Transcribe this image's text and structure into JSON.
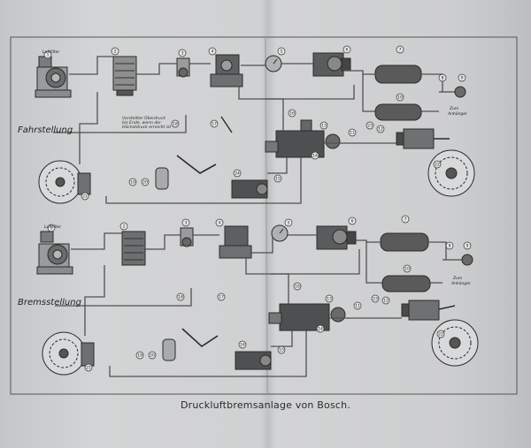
{
  "caption": "Druckluftbremsanlage von Bosch.",
  "modes": {
    "top": "Fahrstellung",
    "bottom": "Bremsstellung"
  },
  "labels": {
    "luftfilter": "Luftfilter",
    "zum_anhaenger": "Zum Anhänger",
    "zum_anhaenger_line1": "Zum",
    "zum_anhaenger_line2": "Anhänger",
    "note_line1": "Vorstellter Überdruck",
    "note_line2": "bis Ende, wenn der",
    "note_line3": "Höchstdruck erreicht ist"
  },
  "top_circle_numbers": [
    "1",
    "2",
    "3",
    "4",
    "5",
    "6",
    "7",
    "8",
    "9",
    "10",
    "11",
    "12",
    "13",
    "14",
    "15",
    "16",
    "17",
    "18",
    "19",
    "20",
    "21",
    "22",
    "23",
    "24"
  ],
  "bottom_circle_numbers": [
    "1",
    "2",
    "3",
    "4",
    "5",
    "6",
    "7",
    "8",
    "9",
    "10",
    "11",
    "12",
    "13",
    "14",
    "15",
    "16",
    "17",
    "18",
    "19",
    "20",
    "21",
    "22",
    "23",
    "24"
  ],
  "colors": {
    "paper": "#d0d1d2",
    "ink": "#2b2b2b",
    "pipe": "#505050",
    "tank": "#5a5a5a"
  }
}
